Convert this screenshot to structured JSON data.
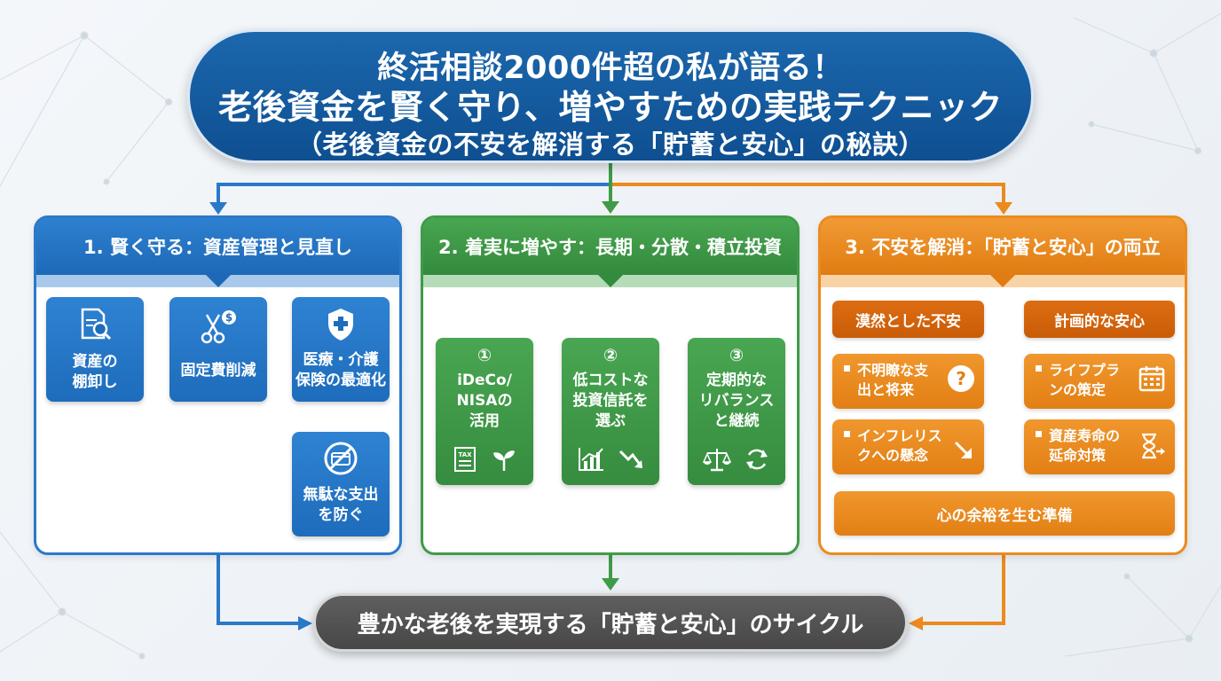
{
  "header": {
    "line1": "終活相談2000件超の私が語る！",
    "line2": "老後資金を賢く守り、増やすための実践テクニック",
    "line3": "（老後資金の不安を解消する「貯蓄と安心」の秘訣）"
  },
  "panels": [
    {
      "title": "1. 賢く守る：資産管理と見直し",
      "color": "#2a79c9",
      "steps": [
        {
          "label": "資産の\n棚卸し",
          "icon": "document-search-icon"
        },
        {
          "label": "固定費削減",
          "icon": "scissors-dollar-icon"
        },
        {
          "label": "医療・介護\n保険の最適化",
          "icon": "shield-plus-icon"
        },
        {
          "label": "無駄な支出\nを防ぐ",
          "icon": "no-card-icon"
        }
      ]
    },
    {
      "title": "2. 着実に増やす：長期・分散・積立投資",
      "color": "#3f9b47",
      "steps": [
        {
          "number": "①",
          "label": "iDeCo/\nNISAの\n活用",
          "icons": [
            "tax-document-icon",
            "sprout-icon"
          ]
        },
        {
          "number": "②",
          "label": "低コストな\n投資信託を\n選ぶ",
          "icons": [
            "bar-chart-icon",
            "trend-down-icon"
          ]
        },
        {
          "number": "③",
          "label": "定期的な\nリバランス\nと継続",
          "icons": [
            "balance-scale-icon",
            "refresh-icon"
          ]
        }
      ]
    },
    {
      "title": "3. 不安を解消：「貯蓄と安心」の両立",
      "color": "#ec8a1d",
      "left_header": "漠然とした不安",
      "right_header": "計画的な安心",
      "left_items": [
        {
          "label": "不明瞭な支\n出と将来",
          "icon": "question-icon"
        },
        {
          "label": "インフレリス\nクへの懸念",
          "icon": "arrow-down-right-icon"
        }
      ],
      "right_items": [
        {
          "label": "ライフプラ\nンの策定",
          "icon": "calendar-icon"
        },
        {
          "label": "資産寿命の\n延命対策",
          "icon": "hourglass-arrow-icon"
        }
      ],
      "footer": "心の余裕を生む準備"
    }
  ],
  "bottom": {
    "label": "豊かな老後を実現する「貯蓄と安心」のサイクル"
  }
}
